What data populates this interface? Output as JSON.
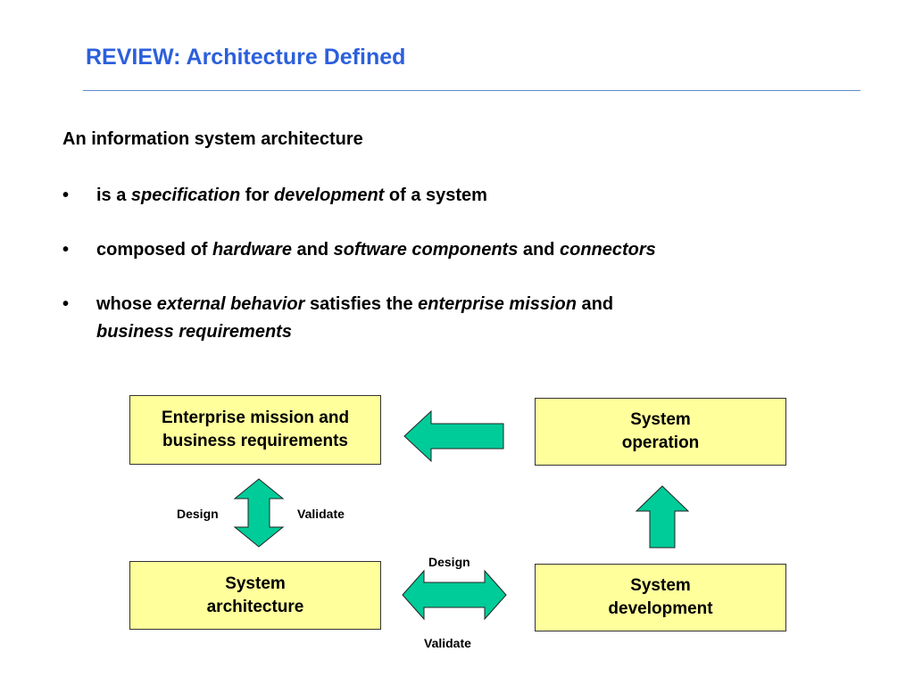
{
  "slide": {
    "title": "REVIEW: Architecture Defined",
    "intro": "An information system architecture",
    "bullet_char": "•",
    "bullets": [
      {
        "p1": "is a ",
        "e1": "specification",
        "p2": " for ",
        "e2": "development",
        "p3": " of a system"
      },
      {
        "p1": "composed of ",
        "e1": "hardware",
        "p2": " and ",
        "e2": "software components",
        "p3": " and ",
        "e3": "connectors"
      },
      {
        "p1": "whose ",
        "e1": "external behavior",
        "p2": " satisfies the ",
        "e2": "enterprise mission",
        "p3": " and",
        "e3": "business requirements"
      }
    ]
  },
  "diagram": {
    "boxes": {
      "enterprise": "Enterprise mission and\nbusiness requirements",
      "operation": "System\noperation",
      "architecture": "System\narchitecture",
      "development": "System\ndevelopment"
    },
    "labels": {
      "design_vertical": "Design",
      "validate_vertical": "Validate",
      "design_horizontal": "Design",
      "validate_horizontal": "Validate"
    },
    "colors": {
      "title": "#2c5fdc",
      "box_fill": "#ffff9c",
      "arrow_fill": "#00cc99"
    }
  }
}
